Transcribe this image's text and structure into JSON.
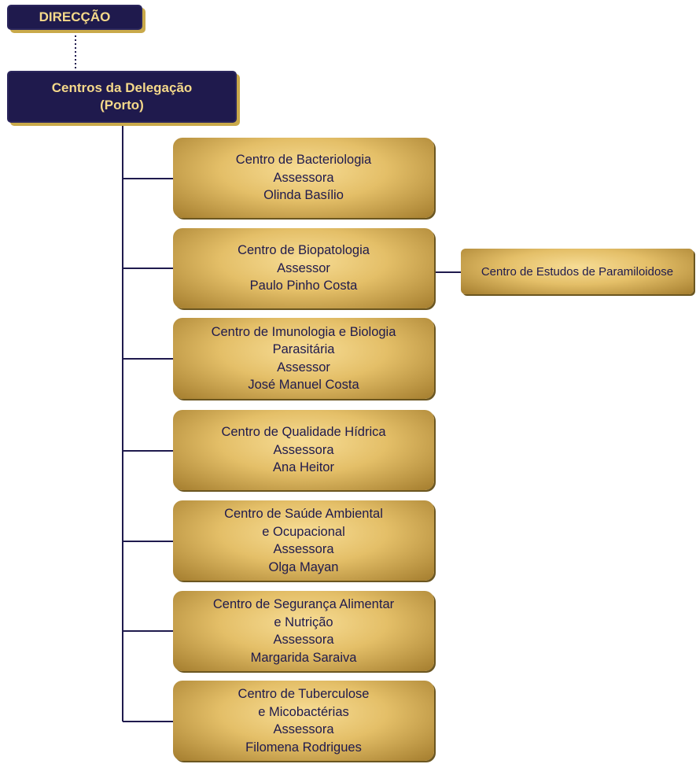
{
  "top": {
    "label": "DIRECÇÃO"
  },
  "delegation": {
    "line1": "Centros da Delegação",
    "line2": "(Porto)"
  },
  "centers": [
    {
      "lines": [
        "Centro de Bacteriologia",
        "Assessora",
        "Olinda Basílio"
      ]
    },
    {
      "lines": [
        "Centro de Biopatologia",
        "Assessor",
        "Paulo Pinho Costa"
      ]
    },
    {
      "lines": [
        "Centro de Imunologia e Biologia",
        "Parasitária",
        "Assessor",
        "José Manuel Costa"
      ]
    },
    {
      "lines": [
        "Centro de Qualidade Hídrica",
        "Assessora",
        "Ana Heitor"
      ]
    },
    {
      "lines": [
        "Centro de Saúde Ambiental",
        "e Ocupacional",
        "Assessora",
        "Olga Mayan"
      ]
    },
    {
      "lines": [
        "Centro de Segurança Alimentar",
        "e Nutrição",
        "Assessora",
        "Margarida Saraiva"
      ]
    },
    {
      "lines": [
        "Centro de Tuberculose",
        "e Micobactérias",
        "Assessora",
        "Filomena Rodrigues"
      ]
    }
  ],
  "subcenter": {
    "label": "Centro de Estudos de Paramiloidose"
  },
  "colors": {
    "navy": "#1f1a4d",
    "gold_text": "#f5d98a",
    "gold_box": "#e4bf68"
  }
}
